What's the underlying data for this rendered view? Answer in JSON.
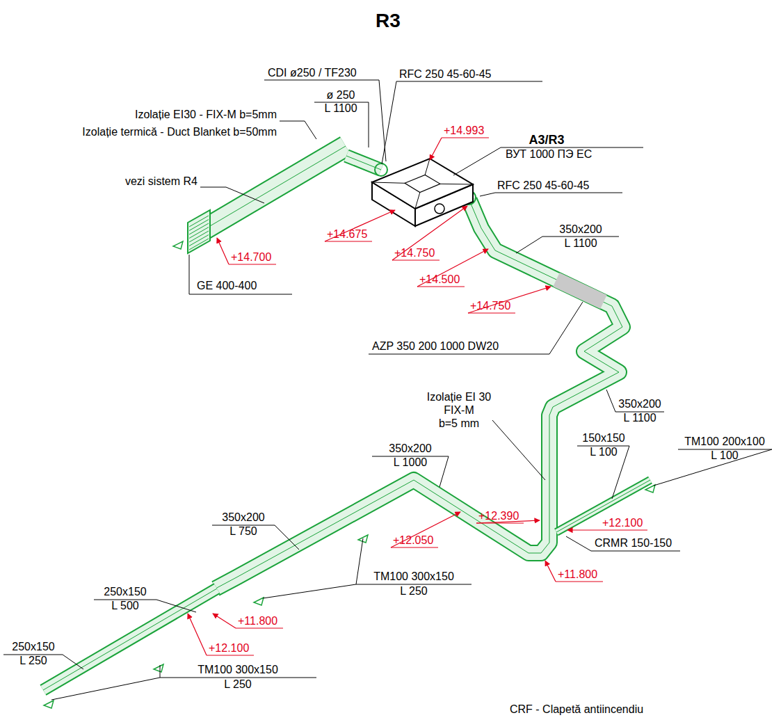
{
  "diagram": {
    "title": "R3",
    "labels": [
      "CDI ø250 / TF230",
      "RFC 250 45-60-45",
      "ø 250",
      "L 1100",
      "Izolație EI30 - FIX-M b=5mm",
      "Izolație termică - Duct Blanket b=50mm",
      "+14.993",
      "A3/R3",
      "ВУТ 1000 ПЭ ЕС",
      "vezi sistem R4",
      "RFC 250 45-60-45",
      "350x200",
      "L 1100",
      "+14.675",
      "+14.750",
      "+14.700",
      "+14.500",
      "GE 400-400",
      "+14.750",
      "AZP 350 200 1000 DW20",
      "Izolație EI 30",
      "FIX-M",
      "b=5 mm",
      "350x200",
      "L 1100",
      "150x150",
      "L 100",
      "TM100 200x100",
      "L 100",
      "350x200",
      "L 1000",
      "+12.390",
      "+12.100",
      "CRMR 150-150",
      "350x200",
      "L 750",
      "+12.050",
      "TM100 300x150",
      "L 250",
      "+11.800",
      "250x150",
      "L 500",
      "+11.800",
      "+12.100",
      "250x150",
      "L 250",
      "TM100 300x150",
      "L 250",
      "CRF - Clapetă antiincendiu"
    ]
  }
}
